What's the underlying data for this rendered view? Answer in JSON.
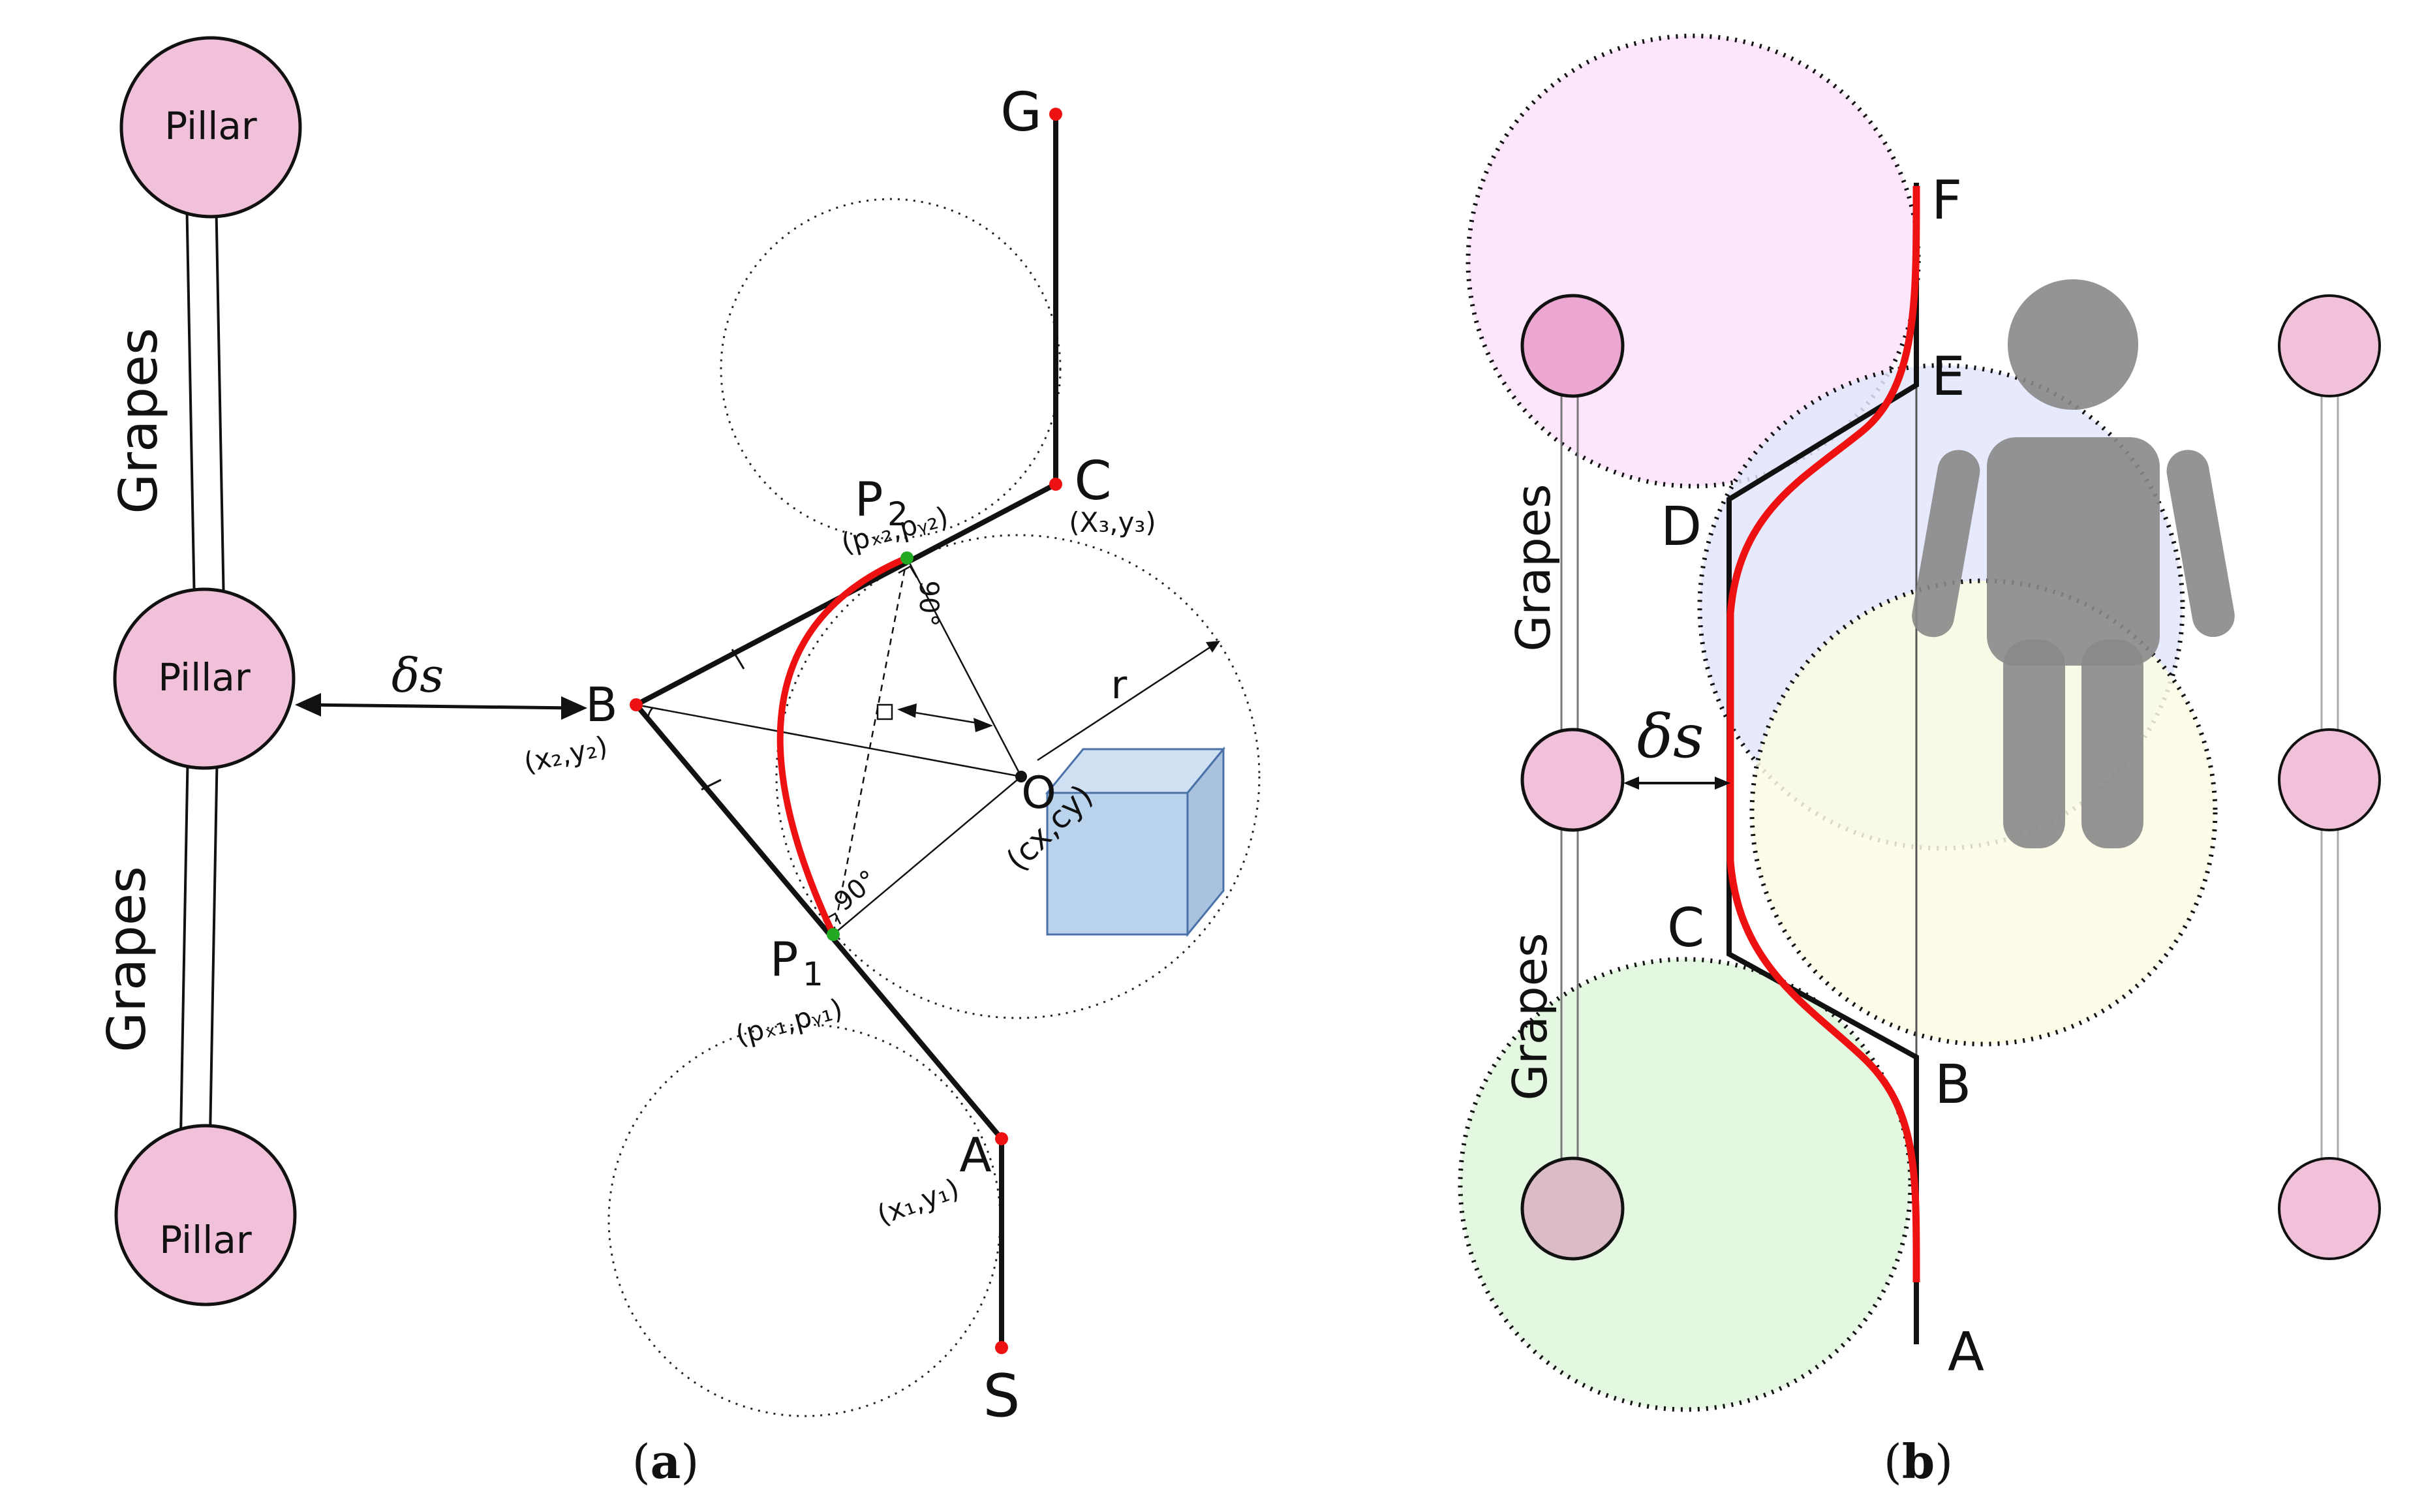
{
  "panel_a": {
    "caption": {
      "open": "(",
      "letter": "a",
      "close": ")"
    },
    "pillar_label": "Pillar",
    "grapes_label": "Grapes",
    "delta_s": "δs",
    "points": {
      "S": "S",
      "A": "A",
      "B": "B",
      "C": "C",
      "G": "G",
      "O": "O",
      "P1": "P",
      "P2": "P",
      "r": "r"
    },
    "subscripts": {
      "P1": "1",
      "P2": "2"
    },
    "coords": {
      "A": "(x₁,y₁)",
      "B": "(x₂,y₂)",
      "C": "(X₃,y₃)",
      "O": "(cx,cy)",
      "P1": "(pₓ₁,pᵧ₁)",
      "P2": "(pₓ₂,pᵧ₂)"
    },
    "angles": {
      "p1": "90°",
      "p2": "90°"
    },
    "colors": {
      "pillar_fill": "#f0c1d9",
      "arc": "#ee1111",
      "obstacle": "#b9d3ec",
      "tangent_point": "#22aa22",
      "node": "#ee1111"
    }
  },
  "panel_b": {
    "caption": {
      "open": "(",
      "letter": "b",
      "close": ")"
    },
    "grapes_label": "Grapes",
    "delta_s": "δs",
    "points": {
      "A": "A",
      "B": "B",
      "C": "C",
      "D": "D",
      "E": "E",
      "F": "F"
    },
    "colors": {
      "circle_top": "#fde6fb",
      "circle_blue": "#e2e6fb",
      "circle_yellow": "#fbfbe4",
      "circle_green": "#e4f8e1",
      "path": "#ee1111",
      "person": "#888888"
    }
  }
}
